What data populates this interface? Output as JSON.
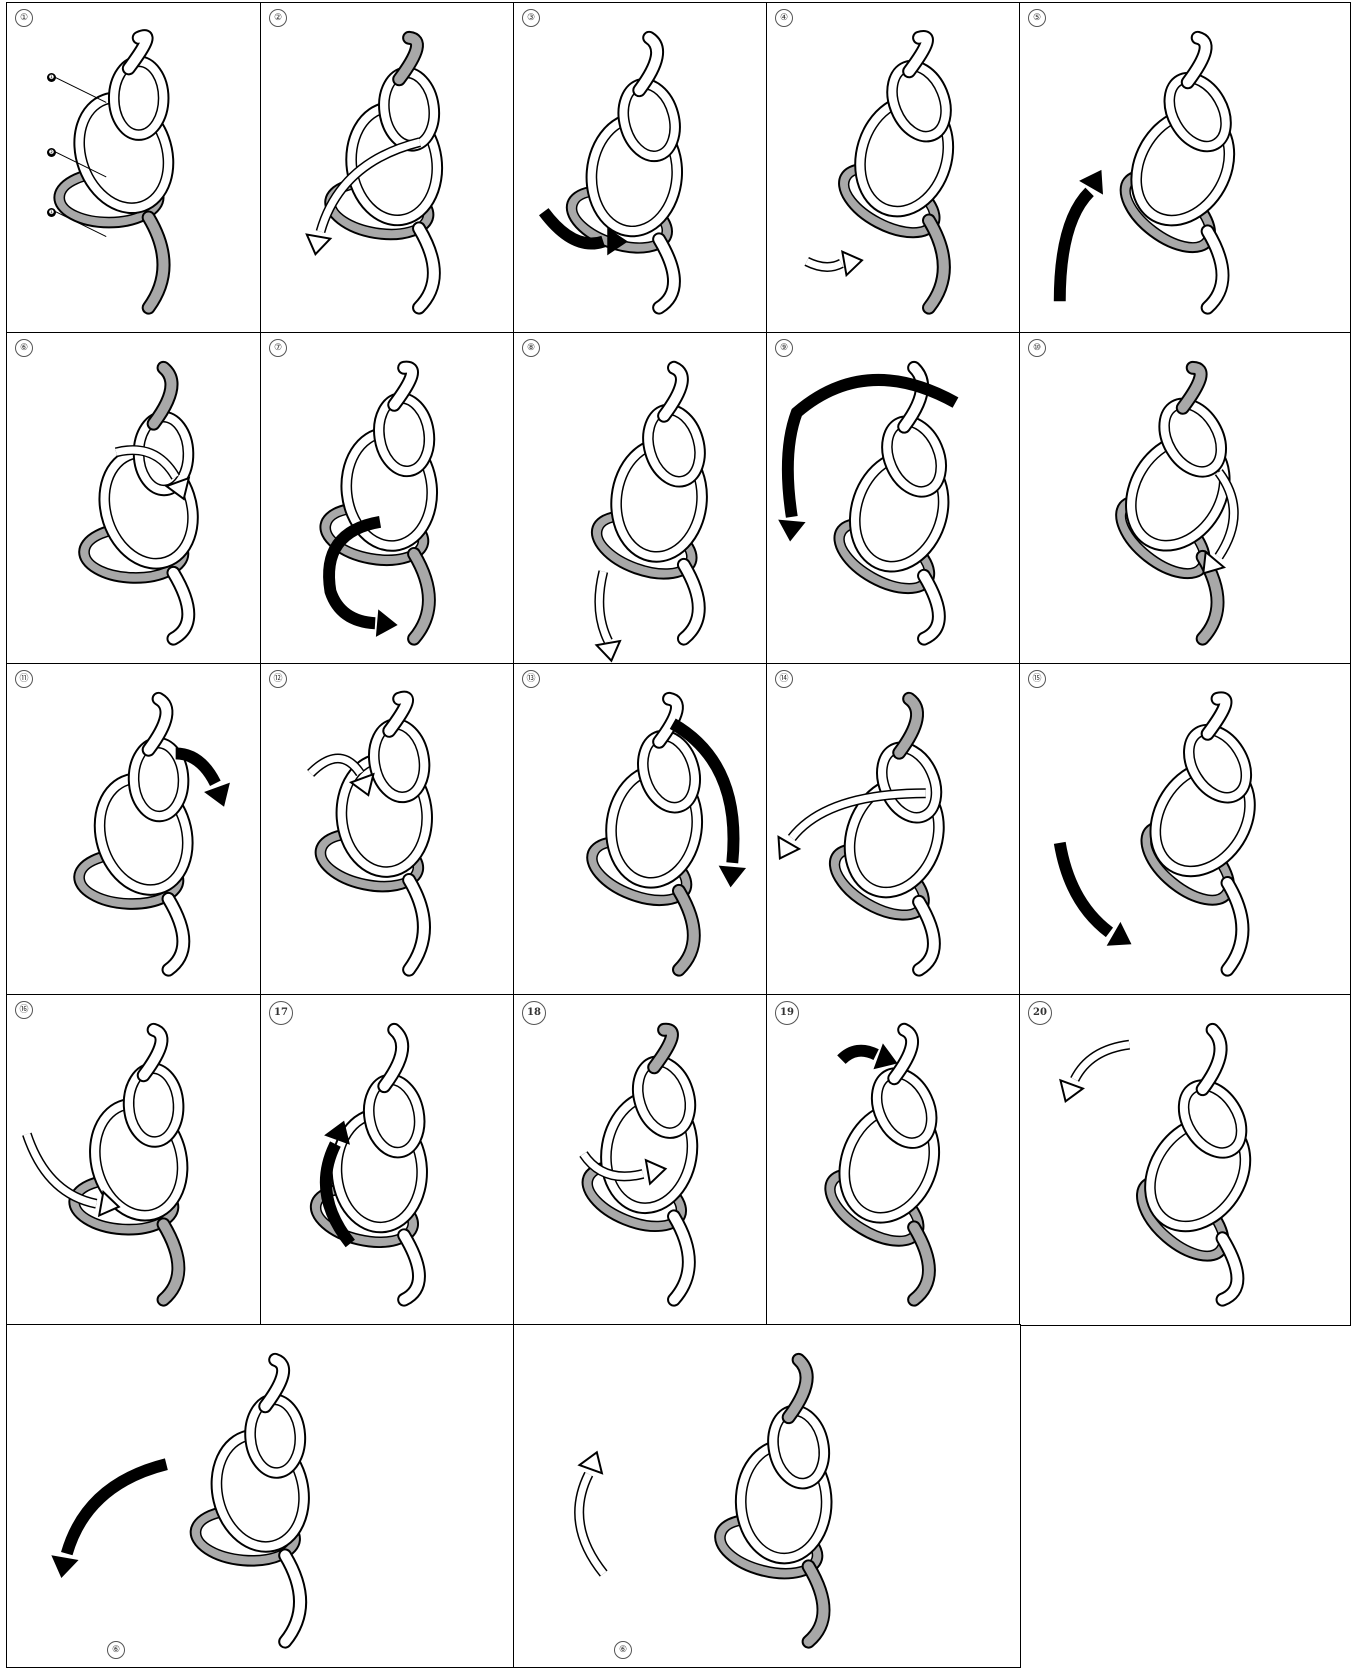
{
  "steps": [
    {
      "label": "①",
      "arrow": "none"
    },
    {
      "label": "②",
      "arrow": "down-left"
    },
    {
      "label": "③",
      "arrow": "right"
    },
    {
      "label": "④",
      "arrow": "small-right"
    },
    {
      "label": "⑤",
      "arrow": "up-both"
    },
    {
      "label": "⑥",
      "arrow": "over"
    },
    {
      "label": "⑦",
      "arrow": "around"
    },
    {
      "label": "⑧",
      "arrow": "under"
    },
    {
      "label": "⑨",
      "arrow": "big-left"
    },
    {
      "label": "⑩",
      "arrow": "down-right"
    },
    {
      "label": "⑪",
      "arrow": "up-right"
    },
    {
      "label": "⑫",
      "arrow": "over-right"
    },
    {
      "label": "⑬",
      "arrow": "big-down"
    },
    {
      "label": "⑭",
      "arrow": "left"
    },
    {
      "label": "⑮",
      "arrow": "down"
    },
    {
      "label": "⑯",
      "arrow": "down-in"
    },
    {
      "label": "17",
      "arrow": "up"
    },
    {
      "label": "18",
      "arrow": "curl"
    },
    {
      "label": "19",
      "arrow": "flip"
    },
    {
      "label": "20",
      "arrow": "back"
    },
    {
      "label": "⑥",
      "arrow": "down-left"
    },
    {
      "label": "⑥",
      "arrow": "up"
    }
  ],
  "callouts": [
    "❶",
    "❷",
    "❶"
  ],
  "colors": {
    "line": "#000000",
    "fill": "#ffffff",
    "shade": "#a8a8a8",
    "arrow": "#000000"
  }
}
